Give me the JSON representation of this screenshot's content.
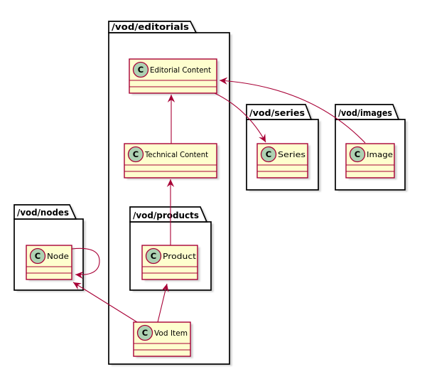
{
  "diagram": {
    "type": "uml-package-class-diagram",
    "colors": {
      "class_bg": "#FEFECE",
      "class_border": "#A80036",
      "arrow": "#A80036",
      "circle_bg": "#ADD1B2",
      "package_border": "#000000",
      "package_bg": "#FFFFFF",
      "text": "#000000"
    },
    "class_icon_letter": "C",
    "packages": [
      {
        "id": "editorials",
        "label": "/vod/editorials"
      },
      {
        "id": "nodes",
        "label": "/vod/nodes"
      },
      {
        "id": "products",
        "label": "/vod/products"
      },
      {
        "id": "series",
        "label": "/vod/series"
      },
      {
        "id": "images",
        "label": "/vod/images"
      }
    ],
    "classes": [
      {
        "id": "editorial-content",
        "name": "Editorial Content",
        "package": "/vod/editorials",
        "icon_letter": "C"
      },
      {
        "id": "technical-content",
        "name": "Technical Content",
        "package": "/vod/editorials",
        "icon_letter": "C"
      },
      {
        "id": "series",
        "name": "Series",
        "package": "/vod/series",
        "icon_letter": "C"
      },
      {
        "id": "image",
        "name": "Image",
        "package": "/vod/images",
        "icon_letter": "C"
      },
      {
        "id": "node",
        "name": "Node",
        "package": "/vod/nodes",
        "icon_letter": "C"
      },
      {
        "id": "product",
        "name": "Product",
        "package": "/vod/products",
        "icon_letter": "C"
      },
      {
        "id": "vod-item",
        "name": "Vod Item",
        "package": "/vod/editorials",
        "icon_letter": "C"
      }
    ],
    "relations": [
      {
        "from": "Technical Content",
        "to": "Editorial Content"
      },
      {
        "from": "Product",
        "to": "Technical Content"
      },
      {
        "from": "Vod Item",
        "to": "Product"
      },
      {
        "from": "Vod Item",
        "to": "Node"
      },
      {
        "from": "Node",
        "to": "Node"
      },
      {
        "from": "Editorial Content",
        "to": "Series"
      },
      {
        "from": "Image",
        "to": "Editorial Content"
      }
    ]
  }
}
